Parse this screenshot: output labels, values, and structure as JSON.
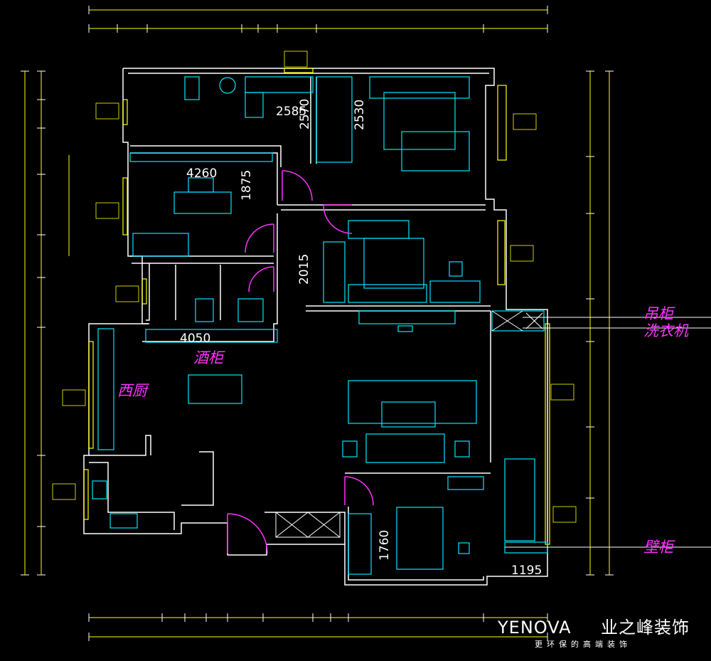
{
  "colors": {
    "background": "#000000",
    "wall": "#ffffff",
    "furniture": "#00e5ff",
    "dimension": "#ffff00",
    "door": "#ff33ff",
    "label": "#ff33ff"
  },
  "room_dimensions": {
    "d2585": "2585",
    "d2570": "2570",
    "d2530": "2530",
    "d4260": "4260",
    "d1875": "1875",
    "d2015": "2015",
    "d4050": "4050",
    "d1760": "1760",
    "d1195": "1195"
  },
  "callouts": {
    "hanging_cabinet": "吊柜",
    "washing_machine": "洗衣机",
    "wall_cabinet": "壁柜"
  },
  "room_labels": {
    "wine_cabinet": "酒柜",
    "western_kitchen": "西厨"
  },
  "brand": {
    "logo_latin": "YENOVA",
    "logo_cn": "业之峰装饰",
    "slogan": "更环保的高端装饰"
  }
}
